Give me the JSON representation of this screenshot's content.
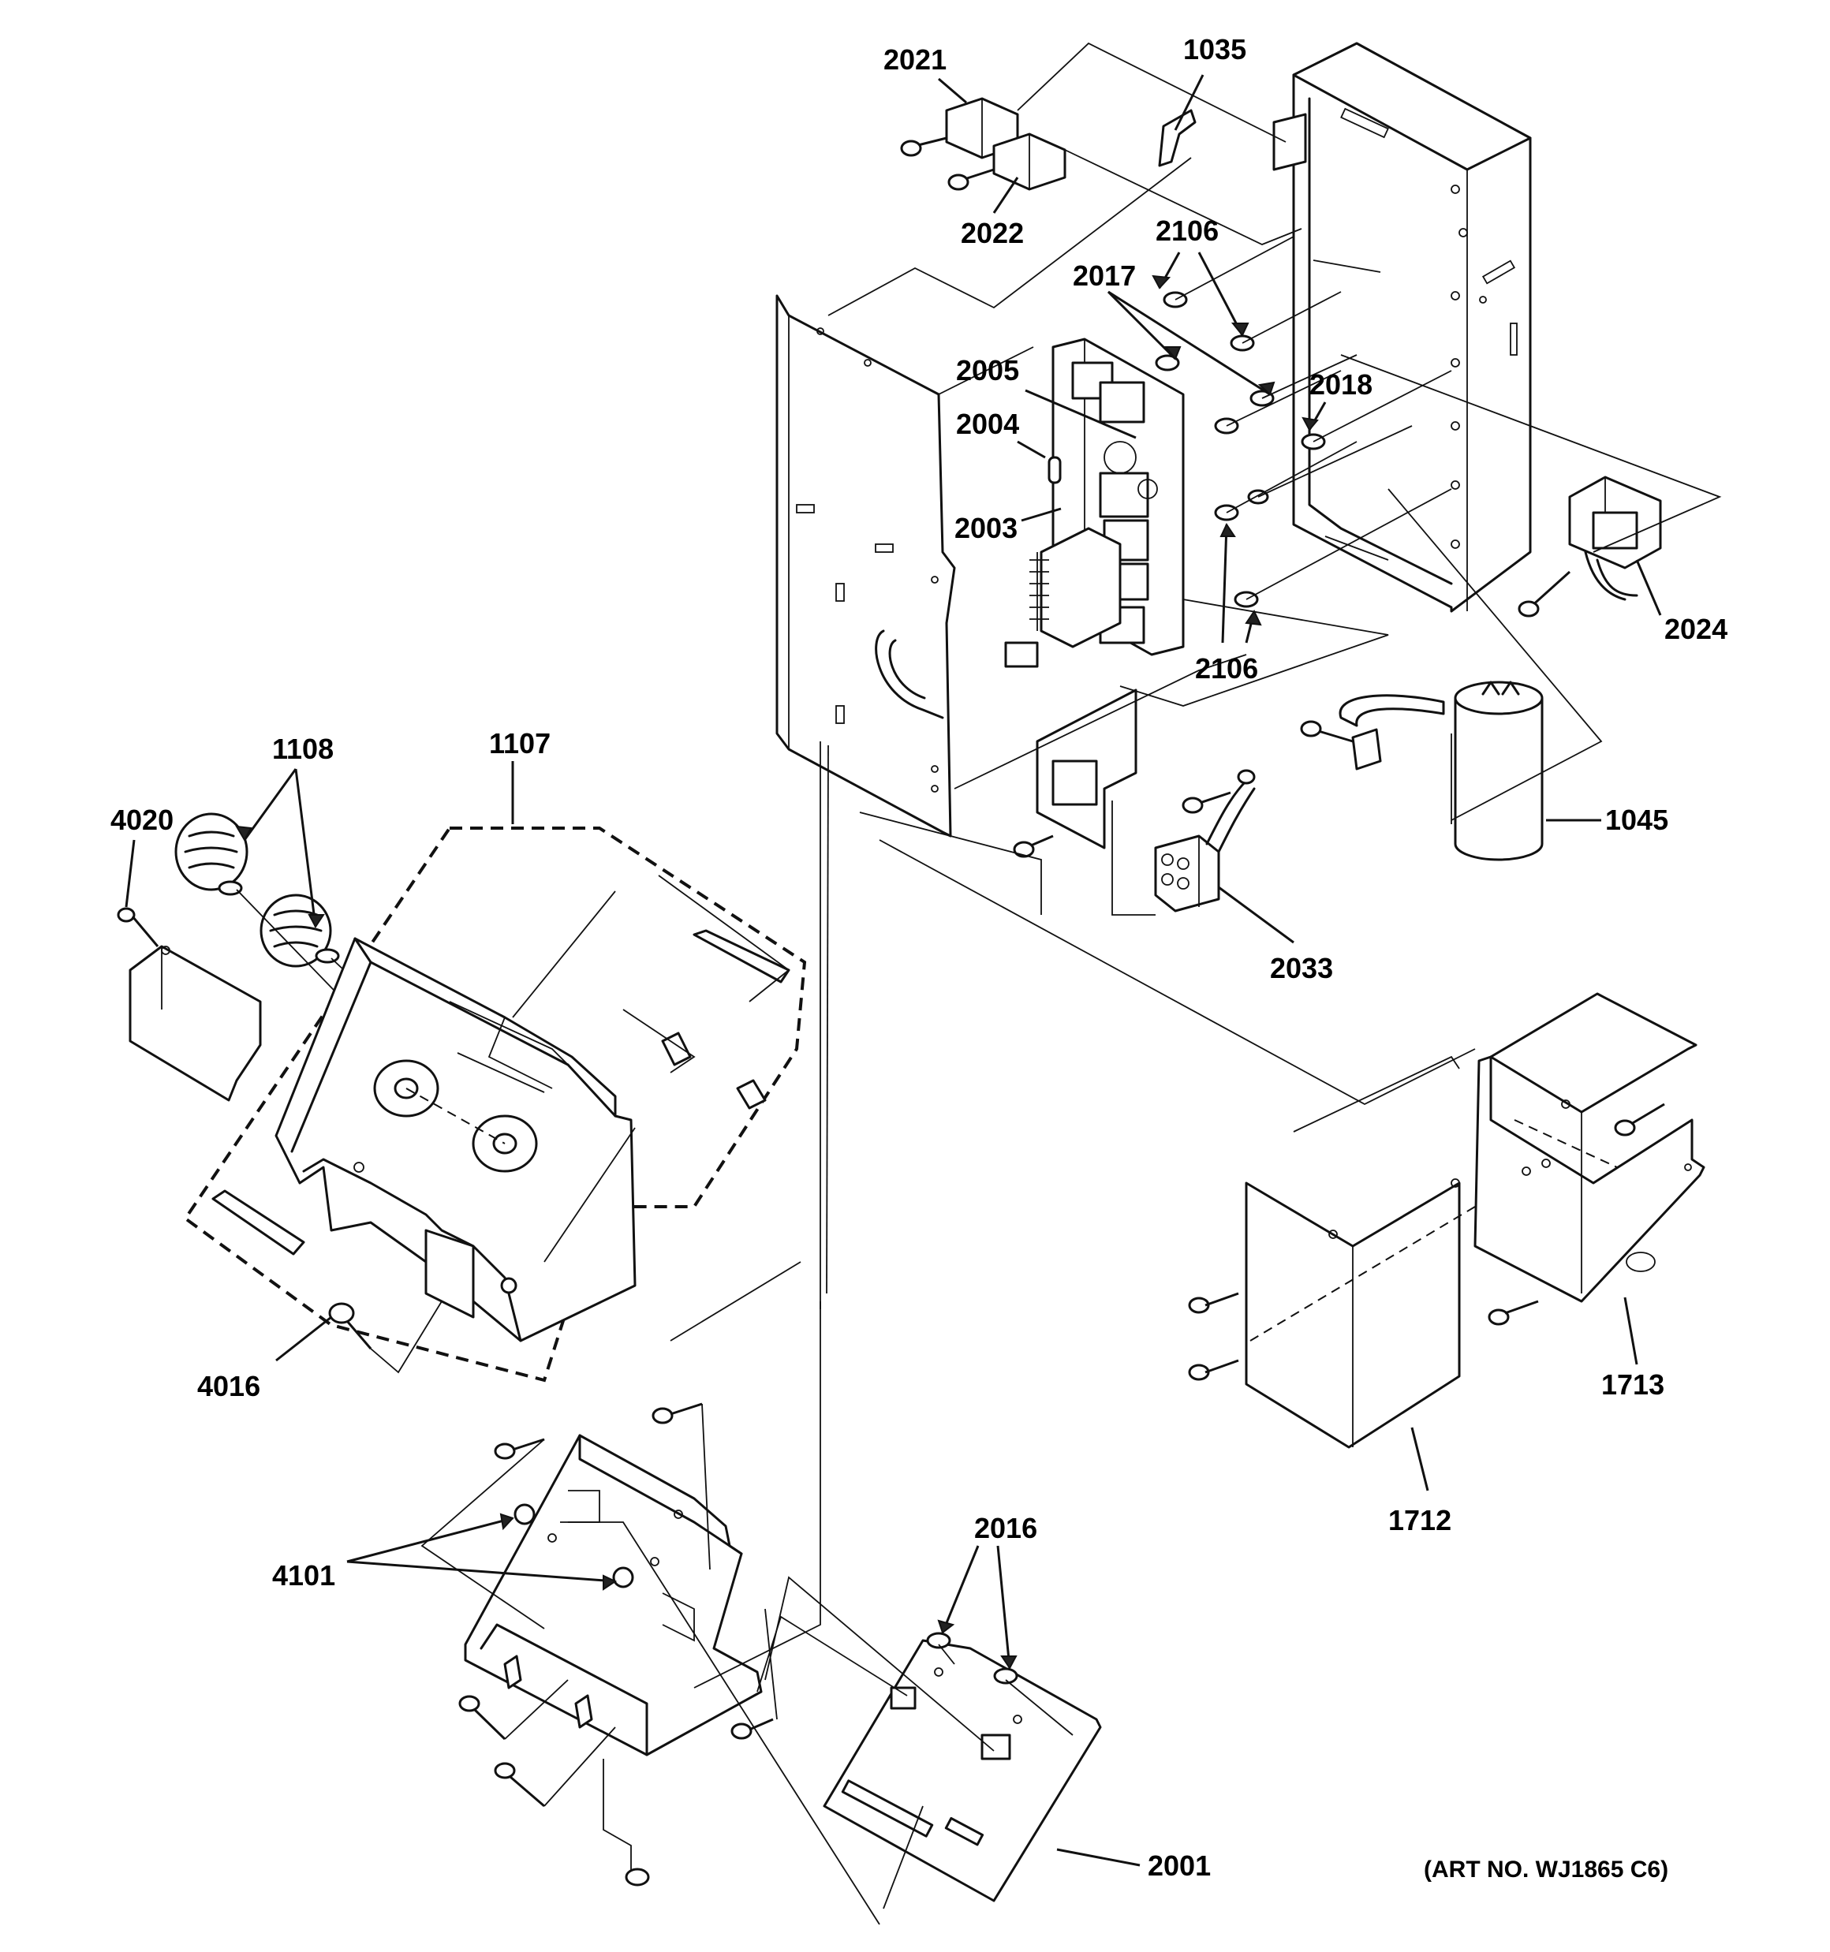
{
  "labels": {
    "p2021": "2021",
    "p1035": "1035",
    "p2022": "2022",
    "p2106a": "2106",
    "p2017": "2017",
    "p2005": "2005",
    "p2018": "2018",
    "p2004": "2004",
    "p2003": "2003",
    "p2024": "2024",
    "p2106b": "2106",
    "p1045": "1045",
    "p1108": "1108",
    "p1107": "1107",
    "p4020": "4020",
    "p2033": "2033",
    "p4016": "4016",
    "p1713": "1713",
    "p1712": "1712",
    "p2016": "2016",
    "p4101": "4101",
    "p2001": "2001"
  },
  "art_number": "(ART NO. WJ1865 C6)"
}
